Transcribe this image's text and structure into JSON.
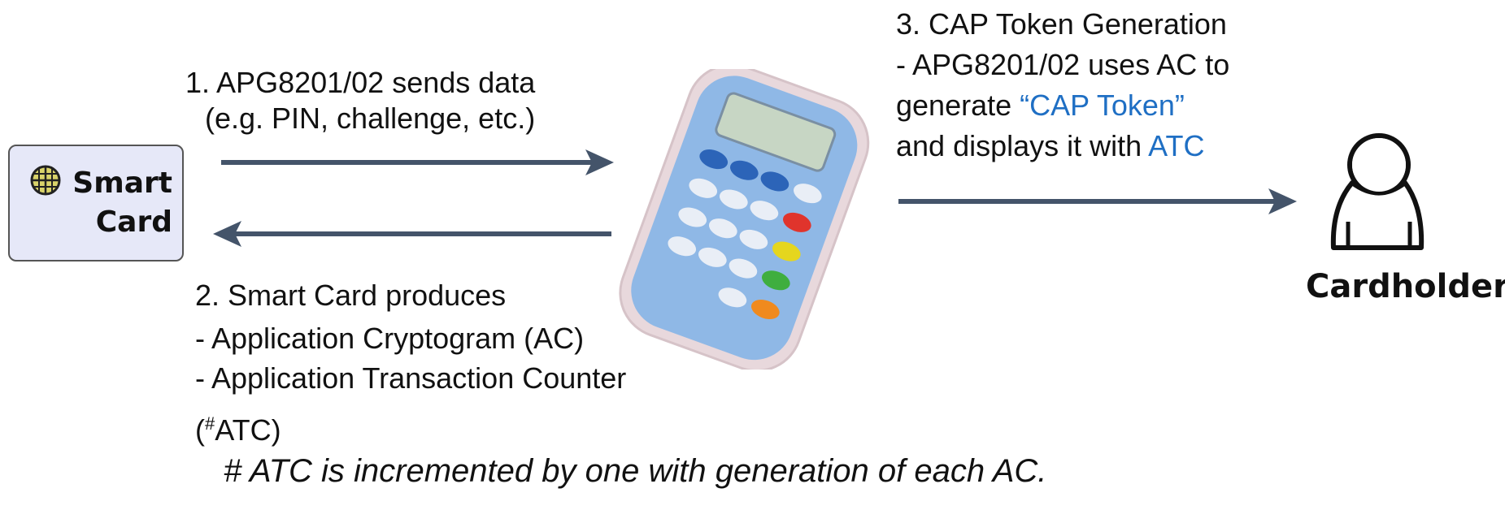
{
  "smart_card": {
    "line1": "Smart",
    "line2": "Card"
  },
  "step1": {
    "line1": "1. APG8201/02  sends data",
    "line2": "(e.g. PIN, challenge, etc.)"
  },
  "step2": {
    "line1": "2. Smart Card produces",
    "line2": "- Application Cryptogram (AC)",
    "line3": "- Application Transaction Counter",
    "line4_pre": "(",
    "line4_sup": "#",
    "line4_post": "ATC)"
  },
  "step3": {
    "line1": "3. CAP Token Generation",
    "line2": "- APG8201/02 uses AC to",
    "line3_pre": "generate ",
    "line3_highlight": "“CAP Token”",
    "line4_pre": "and displays it with ",
    "line4_highlight": "ATC"
  },
  "cardholder": {
    "label": "Cardholder"
  },
  "footnote": "# ATC is incremented by one with generation of each AC.",
  "colors": {
    "arrow": "#44546a",
    "highlight": "#1f6fc4",
    "card_fill": "#e6e8f8",
    "device_body": "#8fb8e6"
  },
  "icons": {
    "chip": "chip-globe-icon",
    "person": "person-icon",
    "device": "card-reader-device"
  }
}
